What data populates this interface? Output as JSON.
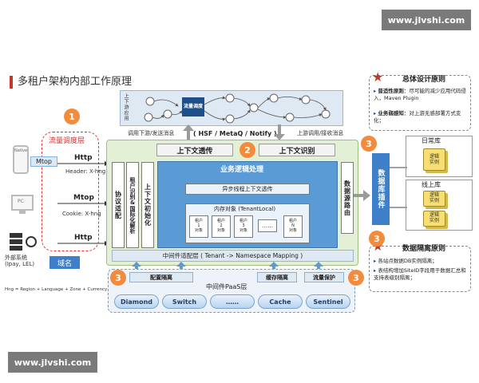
{
  "watermark": "www.jlvshi.com",
  "title": "多租户架构内部工作原理",
  "left": {
    "traffic_title": "流量调度层",
    "native": "Native",
    "mtop": "Mtop",
    "pc": "PC",
    "external": "外部系统\n(Ipay, LEL)",
    "domain": "域名",
    "formula": "Hng = Region + Language + Zone + Currency",
    "http1": "Http",
    "header1": "Header: X-hng",
    "mtop2": "Mtop",
    "cookie": "Cookie: X-hng",
    "http2": "Http"
  },
  "top": {
    "upstream_label": "上下游应用",
    "flow_center": "流量调度",
    "left_caption": "调用下游/发送消息",
    "mid_caption": "( HSF / MetaQ / Notify )",
    "right_caption": "上游调用/接收消息"
  },
  "core": {
    "ctx_transmit": "上下文透传",
    "ctx_identify": "上下文识别",
    "protocol": "协议适配",
    "tenant_identify": "租户识别&国际化解析",
    "ctx_init": "上下文初始化",
    "business": "业务逻辑处理",
    "async_ctx": "异步线程上下文透传",
    "memory_title": "内存对象 (TenantLocal)",
    "tenants": [
      "租户\n1\n对象",
      "租户\n2\n对象",
      "租户\n3\n对象",
      "……",
      "租户\nN\n对象"
    ],
    "datasource": "数据源路由",
    "mw_adapter": "中间件适配层 ( Tenant -> Namespace Mapping )"
  },
  "paas": {
    "config_iso": "配置隔离",
    "cache_iso": "缓存隔离",
    "flow_protect": "流量保护",
    "title": "中间件PaaS层",
    "items": [
      "Diamond",
      "Switch",
      "……",
      "Cache",
      "Sentinel"
    ]
  },
  "db": {
    "plugin": "数据库插件",
    "daily": "日常库",
    "online": "线上库",
    "instance": "逻辑\n实例"
  },
  "principles": {
    "title": "总体设计原则",
    "p1_bold": "普适性原则",
    "p1_text": "：尽可能的减少应用代码侵入，Maven Plugin",
    "p2_bold": "业务弱感知",
    "p2_text": "：对上游无感部署方式变化；",
    "iso_title": "数据隔离原则",
    "iso1": "各站点数据DB实例隔离；",
    "iso2": "表结构增加SiteID字段用于数据汇总和支持表级别隔离；"
  },
  "badges": [
    "1",
    "2",
    "3",
    "3",
    "3",
    "3"
  ]
}
